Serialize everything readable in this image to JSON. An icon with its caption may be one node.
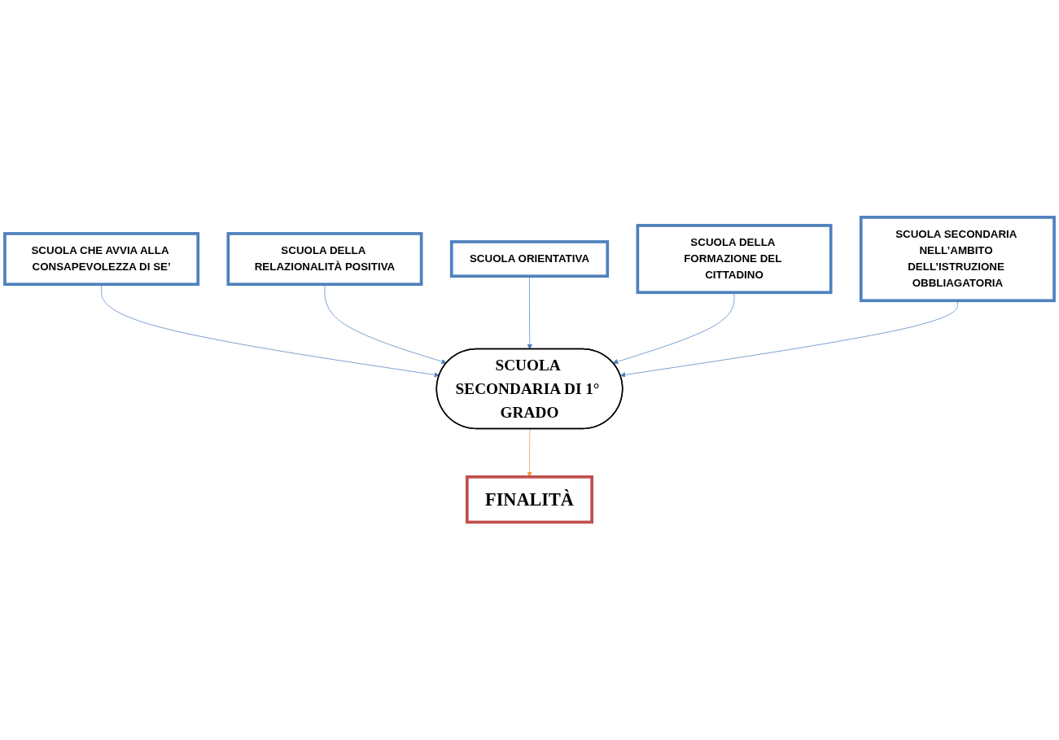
{
  "diagram": {
    "nodes": [
      {
        "text": [
          "SCUOLA CHE AVVIA ALLA CONSAPEVOLEZZA DI SE’"
        ]
      },
      {
        "text": [
          "SCUOLA DELLA RELAZIONALITÀ POSITIVA"
        ]
      },
      {
        "text": [
          "SCUOLA ORIENTATIVA"
        ]
      },
      {
        "text": [
          "SCUOLA SECONDARIA DI 1° GRADO"
        ]
      },
      {
        "text": [
          "SCUOLA DELLA FORMAZIONE DEL CITTADINO"
        ]
      },
      {
        "text": [
          "SCUOLA SECONDARIA NELL’AMBITO DELL’ISTRUZIONE OBBLIAGATORIA"
        ]
      },
      {
        "text": [
          "FINALITÀ"
        ]
      }
    ],
    "edges": [
      {
        "from": 0,
        "to": 3,
        "arrow": "to"
      },
      {
        "from": 1,
        "to": 3,
        "arrow": "to"
      },
      {
        "from": 2,
        "to": 3,
        "arrow": "to"
      },
      {
        "from": 4,
        "to": 3,
        "arrow": "to"
      },
      {
        "from": 5,
        "to": 3,
        "arrow": "to"
      },
      {
        "from": 3,
        "to": 6,
        "arrow": "to",
        "color": "#f79646"
      }
    ]
  }
}
